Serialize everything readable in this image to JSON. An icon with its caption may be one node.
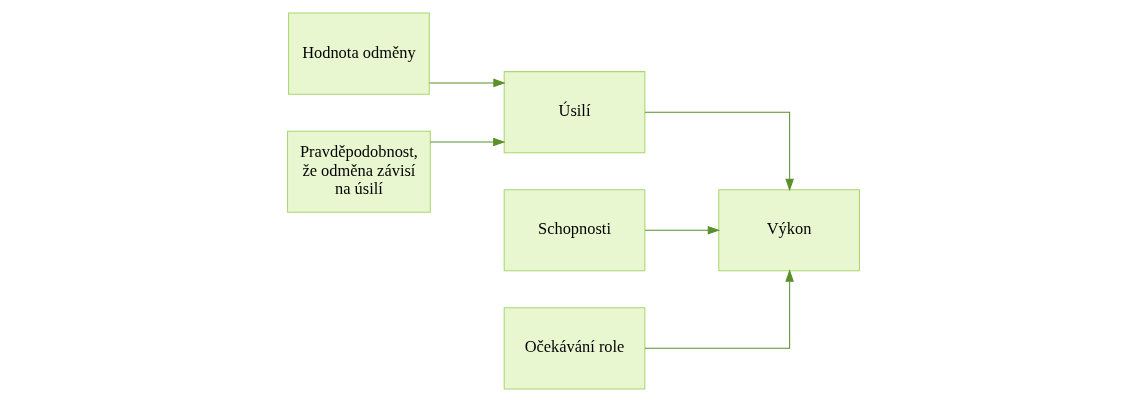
{
  "diagram": {
    "nodes": [
      {
        "text": [
          "Hodnota odměny"
        ]
      },
      {
        "text": [
          "Pravděpodobnost, že odměna závisí na úsilí"
        ]
      },
      {
        "text": [
          "Úsilí"
        ]
      },
      {
        "text": [
          "Schopnosti"
        ]
      },
      {
        "text": [
          "Očekávání role"
        ]
      },
      {
        "text": [
          "Výkon"
        ]
      }
    ],
    "edges": [
      {
        "from": 0,
        "to": 2,
        "arrow": "to"
      },
      {
        "from": 1,
        "to": 2,
        "arrow": "to"
      },
      {
        "from": 2,
        "to": 5,
        "arrow": "to"
      },
      {
        "from": 3,
        "to": 5,
        "arrow": "to"
      },
      {
        "from": 4,
        "to": 5,
        "arrow": "to"
      }
    ]
  }
}
